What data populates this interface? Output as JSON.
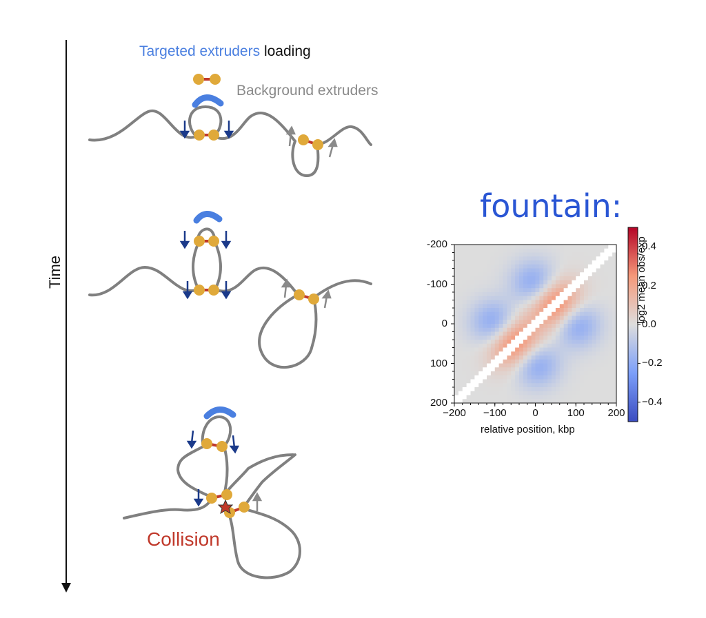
{
  "labels": {
    "targeted": "Targeted extruders",
    "loading": " loading",
    "background": "Background extruders",
    "collision": "Collision",
    "time": "Time",
    "fountain": "fountain:"
  },
  "colors": {
    "fiber": "#808080",
    "cohesin_head": "#e0a93a",
    "cohesin_bar": "#c0392b",
    "loader": "#4a7fe0",
    "targeted_arrow": "#1b3a8a",
    "background_arrow": "#8a8a8a"
  },
  "chart_data": {
    "type": "heatmap",
    "xlabel": "relative position, kbp",
    "ylabel": "",
    "colorbar_label": "log2 mean obs/exp",
    "xlim": [
      -200,
      200
    ],
    "ylim": [
      -200,
      200
    ],
    "x_ticks": [
      -200,
      -100,
      0,
      100,
      200
    ],
    "y_ticks": [
      -200,
      -100,
      0,
      100,
      200
    ],
    "colorbar_ticks": [
      0.4,
      0.2,
      0.0,
      -0.2,
      -0.4
    ],
    "colorbar_tick_labels": [
      "0.4",
      "0.2",
      "0.0",
      "−0.2",
      "−0.4"
    ],
    "x_tick_labels": [
      "−200",
      "−100",
      "0",
      "100",
      "200"
    ],
    "y_tick_labels": [
      "-200",
      "-100",
      "0",
      "100",
      "200"
    ],
    "color_range": [
      -0.5,
      0.5
    ],
    "colormap": "coolwarm",
    "features": [
      {
        "name": "enrichment-blob",
        "x": 50,
        "y": -50,
        "value": 0.35
      },
      {
        "name": "enrichment-blob",
        "x": -50,
        "y": 50,
        "value": 0.35
      },
      {
        "name": "depletion-stripe",
        "x": -100,
        "y": 0,
        "value": -0.25
      },
      {
        "name": "depletion-stripe",
        "x": 100,
        "y": 0,
        "value": -0.25
      },
      {
        "name": "depletion-stripe",
        "x": 0,
        "y": -100,
        "value": -0.25
      },
      {
        "name": "depletion-stripe",
        "x": 0,
        "y": 100,
        "value": -0.25
      }
    ],
    "diagonal_masked": true
  }
}
